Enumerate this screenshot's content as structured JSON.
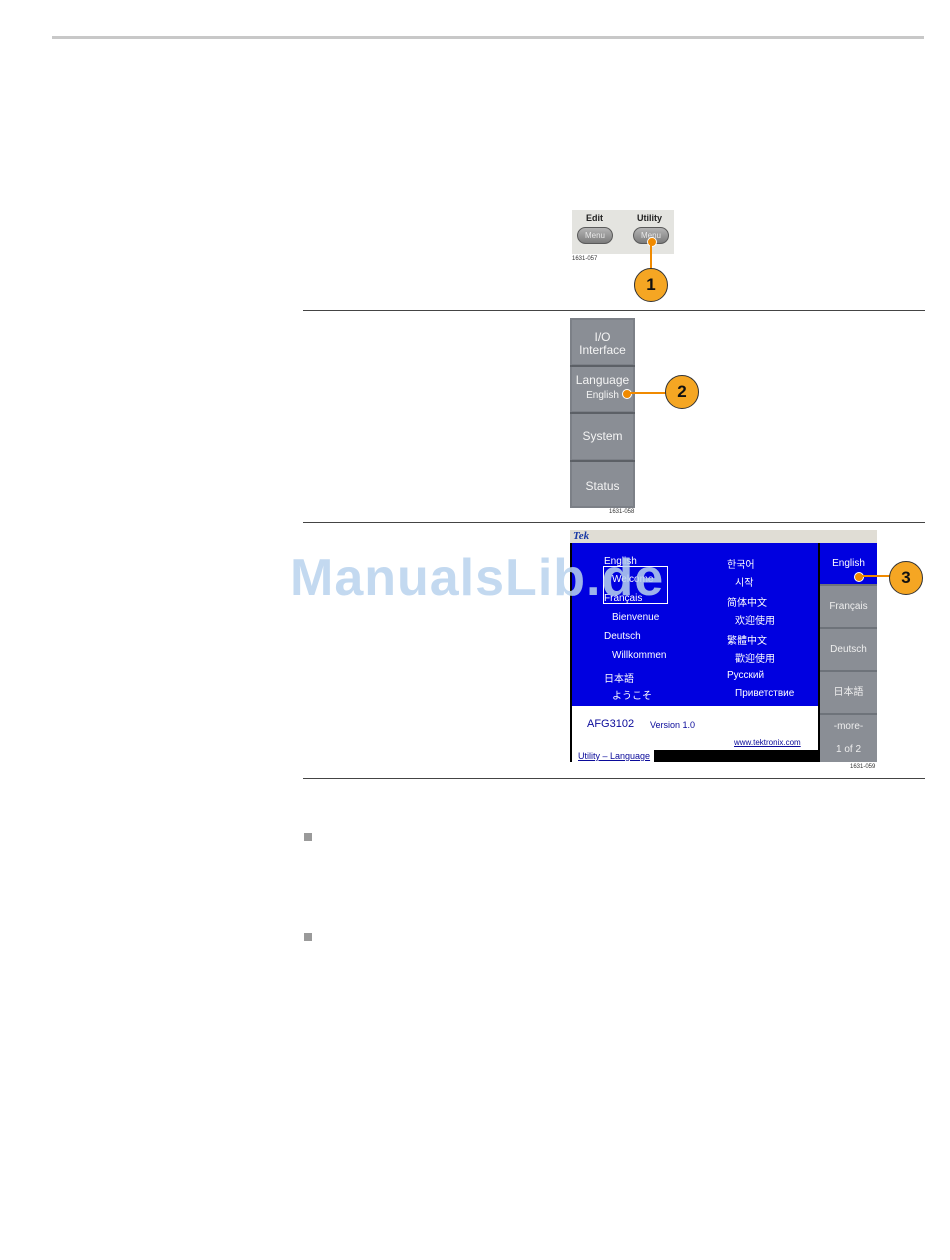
{
  "figure1": {
    "edit_label": "Edit",
    "utility_label": "Utility",
    "button_text": "Menu",
    "figure_id": "1631-057",
    "callout": "1"
  },
  "figure2": {
    "items": [
      {
        "line1": "I/O",
        "line2": "Interface"
      },
      {
        "line1": "Language",
        "line2": "English"
      },
      {
        "line1": "System",
        "line2": ""
      },
      {
        "line1": "Status",
        "line2": ""
      }
    ],
    "figure_id": "1631-058",
    "callout": "2"
  },
  "figure3": {
    "logo": "Tek",
    "languages_left": [
      {
        "lang": "English",
        "greet": "Welcome"
      },
      {
        "lang": "Français",
        "greet": "Bienvenue"
      },
      {
        "lang": "Deutsch",
        "greet": "Willkommen"
      },
      {
        "lang": "日本語",
        "greet": "ようこそ"
      }
    ],
    "languages_right": [
      {
        "lang": "한국어",
        "greet": "시작"
      },
      {
        "lang": "简体中文",
        "greet": "欢迎使用"
      },
      {
        "lang": "繁體中文",
        "greet": "歡迎使用"
      },
      {
        "lang": "Русский",
        "greet": "Приветствие"
      }
    ],
    "model": "AFG3102",
    "version": "Version 1.0",
    "url": "www.tektronix.com",
    "status": "Utility – Language",
    "side_menu": [
      "English",
      "Français",
      "Deutsch",
      "日本語"
    ],
    "more": "-more-",
    "page": "1 of 2",
    "figure_id": "1631-059",
    "callout": "3"
  },
  "watermark": "ManualsLib.de",
  "colors": {
    "callout": "#f5a623",
    "screen_blue": "#0000e0"
  }
}
